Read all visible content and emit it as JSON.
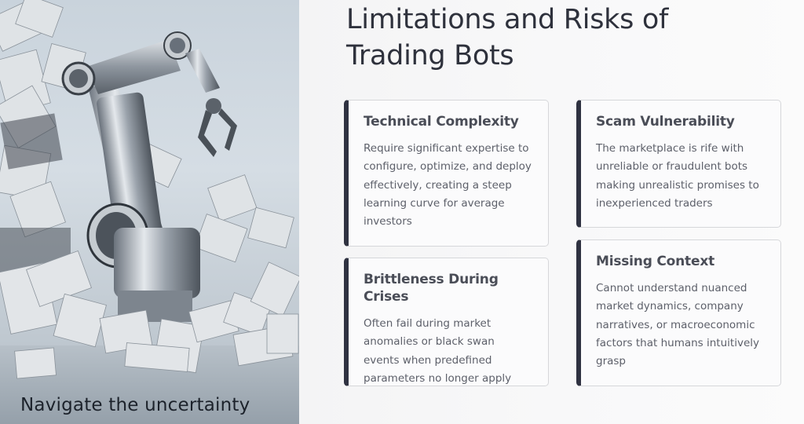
{
  "hero": {
    "caption": "Navigate the uncertainty",
    "image_alt": "robotic-arm-among-paper-charts"
  },
  "page": {
    "title": "Limitations and Risks of Trading Bots"
  },
  "cards": [
    {
      "title": "Technical Complexity",
      "body": "Require significant expertise to configure, optimize, and deploy effectively, creating a steep learning curve for average investors"
    },
    {
      "title": "Scam Vulnerability",
      "body": "The marketplace is rife with unreliable or fraudulent bots making unrealistic promises to inexperienced traders"
    },
    {
      "title": "Brittleness During Crises",
      "body": "Often fail during market anomalies or black swan events when predefined parameters no longer apply"
    },
    {
      "title": "Missing Context",
      "body": "Cannot understand nuanced market dynamics, company narratives, or macroeconomic factors that humans intuitively grasp"
    }
  ],
  "colors": {
    "accent_bar": "#2f3241",
    "title_text": "#2e313c",
    "card_bg": "#fbfbfc",
    "card_border": "#d6d7da"
  }
}
